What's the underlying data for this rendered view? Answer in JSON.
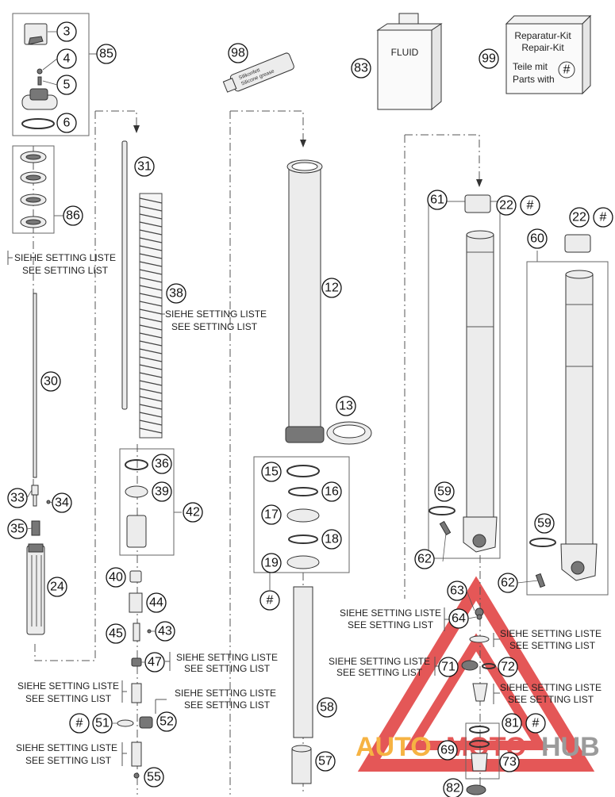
{
  "callouts": {
    "c3": "3",
    "c4": "4",
    "c5": "5",
    "c6": "6",
    "c85": "85",
    "c86": "86",
    "c98": "98",
    "c83": "83",
    "c99": "99",
    "c31": "31",
    "c38": "38",
    "c30": "30",
    "c12": "12",
    "c13": "13",
    "c36": "36",
    "c39": "39",
    "c42": "42",
    "c15": "15",
    "c16": "16",
    "c17": "17",
    "c18": "18",
    "c19": "19",
    "c33": "33",
    "c34": "34",
    "c35": "35",
    "c24": "24",
    "c40": "40",
    "c44": "44",
    "c45": "45",
    "c43": "43",
    "c47": "47",
    "c51": "51",
    "c52": "52",
    "c55": "55",
    "c58": "58",
    "c57": "57",
    "c61": "61",
    "c60": "60",
    "c22a": "22",
    "c22b": "22",
    "c59a": "59",
    "c59b": "59",
    "c62a": "62",
    "c62b": "62",
    "c63": "63",
    "c64": "64",
    "c71": "71",
    "c72": "72",
    "c81": "81",
    "c69": "69",
    "c73": "73",
    "c82": "82"
  },
  "hash_symbol": "#",
  "fluid_label": "FLUID",
  "grease_tube": {
    "line1": "Silikonfett",
    "line2": "Silicone grease"
  },
  "repair_kit": {
    "line1": "Reparatur-Kit",
    "line2": "Repair-Kit",
    "line3": "Teile mit",
    "line4": "Parts with"
  },
  "setting": {
    "de": "SIEHE SETTING LISTE",
    "en": "SEE SETTING LIST"
  },
  "watermark": {
    "auto": "AUTO",
    "moto": "MOTO",
    "hub": "HUB"
  },
  "colors": {
    "watermark_red": "#e03a3a",
    "watermark_orange": "#f5a623",
    "watermark_gray": "#8a8a8a"
  }
}
